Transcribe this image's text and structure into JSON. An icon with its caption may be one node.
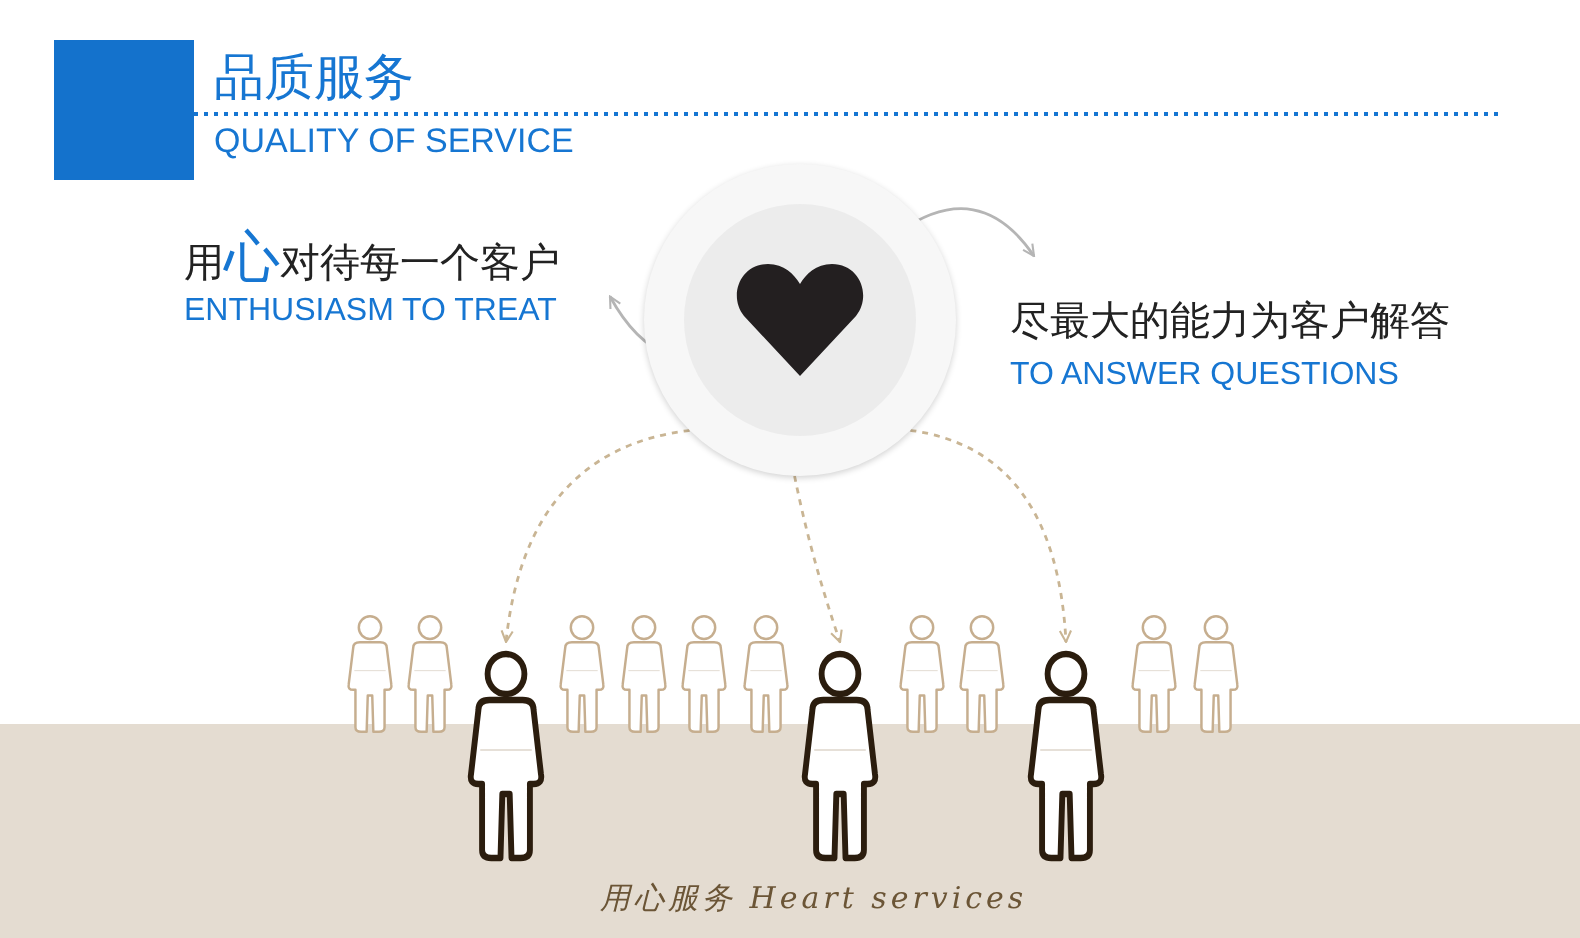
{
  "diagram": {
    "title": "品质服务",
    "nodes": [
      {
        "text": [],
        "shape": "circle"
      },
      {
        "text": [
          "用**心**对待每一个客户",
          "ENTHUSIASM TO TREAT"
        ]
      },
      {
        "text": [
          "尽最大的能力为客户解答",
          "TO ANSWER QUESTIONS"
        ]
      },
      {
        "text": [],
        "shape": "person"
      },
      {
        "text": [],
        "shape": "person"
      },
      {
        "text": [],
        "shape": "person"
      }
    ],
    "edges": [
      {
        "from": 0,
        "to": 1,
        "arrow": "to"
      },
      {
        "from": 0,
        "to": 2,
        "arrow": "to"
      },
      {
        "from": 0,
        "to": 3,
        "arrow": "to",
        "style": "dashed",
        "color": "#c9b594"
      },
      {
        "from": 0,
        "to": 4,
        "arrow": "to",
        "style": "dashed",
        "color": "#c9b594"
      },
      {
        "from": 0,
        "to": 5,
        "arrow": "to",
        "style": "dashed",
        "color": "#c9b594"
      }
    ],
    "labels": [
      "QUALITY OF SERVICE",
      "用心服务 Heart services"
    ]
  }
}
